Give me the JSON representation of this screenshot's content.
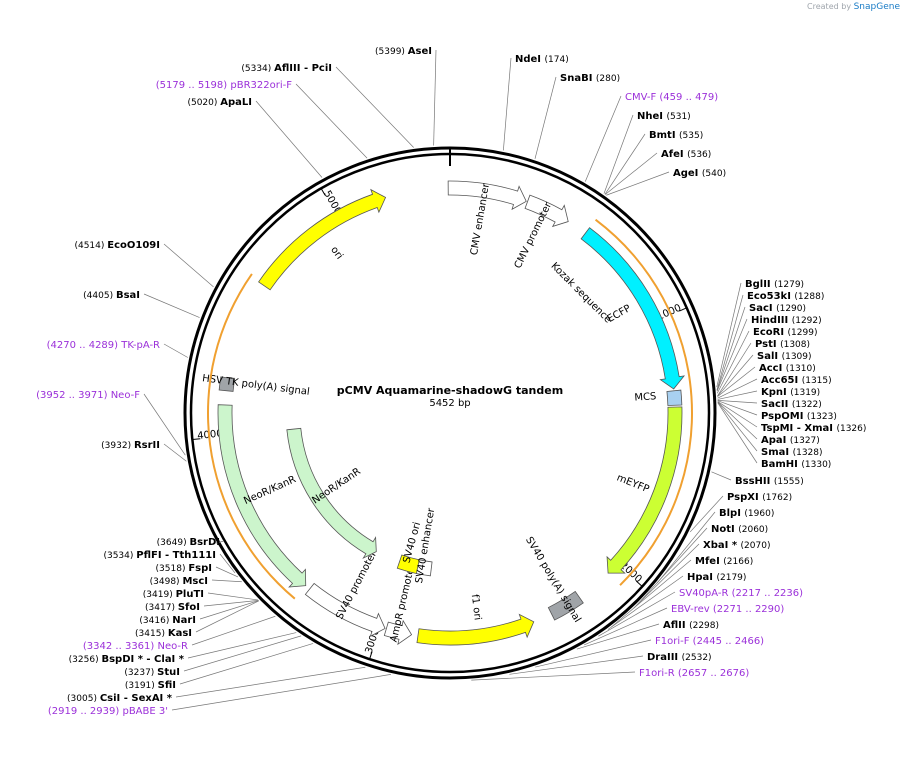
{
  "credit": {
    "prefix": "Created by",
    "brand": "SnapGene"
  },
  "plasmid": {
    "name": "pCMV Aquamarine-shadowG tandem",
    "size_label": "5452 bp",
    "length": 5452
  },
  "ticks": [
    "1000",
    "2000",
    "3000",
    "4000",
    "5000"
  ],
  "features": [
    {
      "id": "cmv-enhancer",
      "label": "CMV enhancer",
      "style": "outline",
      "start": 5445,
      "end": 300,
      "dir": 1
    },
    {
      "id": "cmv-promoter",
      "label": "CMV promoter",
      "style": "outline",
      "start": 305,
      "end": 480,
      "dir": 1
    },
    {
      "id": "ecfp",
      "label": "ECFP",
      "style": "cyan",
      "start": 560,
      "end": 1270,
      "dir": 1
    },
    {
      "id": "mcs",
      "label": "MCS",
      "style": "mcs",
      "start": 1277,
      "end": 1333,
      "dir": 0
    },
    {
      "id": "meyfp",
      "label": "mEYFP",
      "style": "yellowgreen",
      "start": 1340,
      "end": 2050,
      "dir": 1
    },
    {
      "id": "sv40-polya",
      "label": "SV40 poly(A) signal",
      "style": "gray",
      "start": 2195,
      "end": 2320,
      "dir": 0
    },
    {
      "id": "f1-ori",
      "label": "f1 ori",
      "style": "yellow",
      "start": 2395,
      "end": 2850,
      "dir": -1
    },
    {
      "id": "ampr-promoter",
      "label": "AmpR promoter",
      "style": "outline",
      "start": 2875,
      "end": 2975,
      "dir": -1
    },
    {
      "id": "sv40-promoter",
      "label": "SV40 promoter",
      "style": "outline",
      "start": 2980,
      "end": 3310,
      "dir": -1
    },
    {
      "id": "neo-kan",
      "label": "NeoR/KanR",
      "style": "green",
      "start": 3330,
      "end": 4120,
      "dir": -1
    },
    {
      "id": "hsv-tk",
      "label": "HSV TK poly(A) signal",
      "style": "gray",
      "start": 4175,
      "end": 4225,
      "dir": 0
    },
    {
      "id": "ori",
      "label": "ori",
      "style": "yellow",
      "start": 4610,
      "end": 5200,
      "dir": 1
    }
  ],
  "inner_features": [
    {
      "id": "sv40-ori",
      "label": "SV40 ori",
      "style": "yellow",
      "start": 2900,
      "end": 3010,
      "dir": 0
    },
    {
      "id": "sv40-enhancer",
      "label": "SV40 enhancer",
      "style": "outline",
      "start": 2830,
      "end": 2905,
      "dir": 0
    },
    {
      "id": "neo-kan-2",
      "label": "NeoR/KanR",
      "style": "green",
      "start": 3150,
      "end": 4000,
      "dir": -1
    }
  ],
  "misc_labels": {
    "kozak": "Kozak sequence"
  },
  "sites_top": [
    {
      "name": "AseI",
      "pos": "(5399)"
    },
    {
      "name": "AflIII - PciI",
      "pos": "(5334)"
    },
    {
      "name": "pBR322ori-F",
      "pos": "(5179 .. 5198)",
      "primer": true
    },
    {
      "name": "ApaLI",
      "pos": "(5020)"
    },
    {
      "name": "NdeI",
      "pos": "(174)"
    },
    {
      "name": "SnaBI",
      "pos": "(280)"
    },
    {
      "name": "CMV-F",
      "pos": "(459 .. 479)",
      "primer": true
    },
    {
      "name": "NheI",
      "pos": "(531)"
    },
    {
      "name": "BmtI",
      "pos": "(535)"
    },
    {
      "name": "AfeI",
      "pos": "(536)"
    },
    {
      "name": "AgeI",
      "pos": "(540)"
    }
  ],
  "sites_right": [
    {
      "name": "BglII",
      "pos": "(1279)"
    },
    {
      "name": "Eco53kI",
      "pos": "(1288)"
    },
    {
      "name": "SacI",
      "pos": "(1290)"
    },
    {
      "name": "HindIII",
      "pos": "(1292)"
    },
    {
      "name": "EcoRI",
      "pos": "(1299)"
    },
    {
      "name": "PstI",
      "pos": "(1308)"
    },
    {
      "name": "SalI",
      "pos": "(1309)"
    },
    {
      "name": "AccI",
      "pos": "(1310)"
    },
    {
      "name": "Acc65I",
      "pos": "(1315)"
    },
    {
      "name": "KpnI",
      "pos": "(1319)"
    },
    {
      "name": "SacII",
      "pos": "(1322)"
    },
    {
      "name": "PspOMI",
      "pos": "(1323)"
    },
    {
      "name": "TspMI - XmaI",
      "pos": "(1326)"
    },
    {
      "name": "ApaI",
      "pos": "(1327)"
    },
    {
      "name": "SmaI",
      "pos": "(1328)"
    },
    {
      "name": "BamHI",
      "pos": "(1330)"
    },
    {
      "name": "BssHII",
      "pos": "(1555)"
    },
    {
      "name": "PspXI",
      "pos": "(1762)"
    },
    {
      "name": "BlpI",
      "pos": "(1960)"
    },
    {
      "name": "NotI",
      "pos": "(2060)"
    },
    {
      "name": "XbaI *",
      "pos": "(2070)"
    },
    {
      "name": "MfeI",
      "pos": "(2166)"
    },
    {
      "name": "HpaI",
      "pos": "(2179)"
    },
    {
      "name": "SV40pA-R",
      "pos": "(2217 .. 2236)",
      "primer": true
    },
    {
      "name": "EBV-rev",
      "pos": "(2271 .. 2290)",
      "primer": true
    },
    {
      "name": "AflII",
      "pos": "(2298)"
    },
    {
      "name": "F1ori-F",
      "pos": "(2445 .. 2466)",
      "primer": true
    },
    {
      "name": "DraIII",
      "pos": "(2532)"
    },
    {
      "name": "F1ori-R",
      "pos": "(2657 .. 2676)",
      "primer": true
    }
  ],
  "sites_left": [
    {
      "name": "EcoO109I",
      "pos": "(4514)"
    },
    {
      "name": "BsaI",
      "pos": "(4405)"
    },
    {
      "name": "TK-pA-R",
      "pos": "(4270 .. 4289)",
      "primer": true
    },
    {
      "name": "Neo-F",
      "pos": "(3952 .. 3971)",
      "primer": true
    },
    {
      "name": "RsrII",
      "pos": "(3932)"
    },
    {
      "name": "BsrDI",
      "pos": "(3649)"
    },
    {
      "name": "PflFI - Tth111I",
      "pos": "(3534)"
    },
    {
      "name": "FspI",
      "pos": "(3518)"
    },
    {
      "name": "MscI",
      "pos": "(3498)"
    },
    {
      "name": "PluTI",
      "pos": "(3419)"
    },
    {
      "name": "SfoI",
      "pos": "(3417)"
    },
    {
      "name": "NarI",
      "pos": "(3416)"
    },
    {
      "name": "KasI",
      "pos": "(3415)"
    },
    {
      "name": "Neo-R",
      "pos": "(3342 .. 3361)",
      "primer": true
    },
    {
      "name": "BspDI * - ClaI *",
      "pos": "(3256)"
    },
    {
      "name": "StuI",
      "pos": "(3237)"
    },
    {
      "name": "SfiI",
      "pos": "(3191)"
    },
    {
      "name": "CsiI - SexAI *",
      "pos": "(3005)"
    },
    {
      "name": "pBABE 3'",
      "pos": "(2919 .. 2939)",
      "primer": true
    }
  ],
  "colors": {
    "primer": "#9b30d9",
    "cyan": "#00f0ff",
    "yellow": "#ffff00",
    "yellowgreen": "#ccff33",
    "green": "#ccf5cc",
    "gray": "#a0a4a8",
    "mcs": "#a8d0f0",
    "orange": "#f0a030"
  }
}
